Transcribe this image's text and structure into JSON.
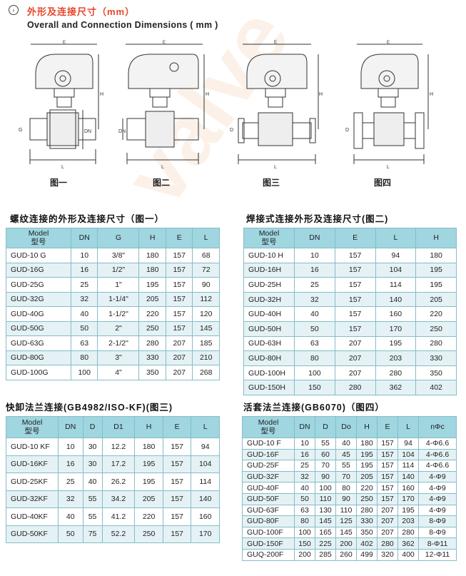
{
  "header": {
    "title_cn": "外形及连接尺寸（mm）",
    "title_en": "Overall and Connection Dimensions ( mm )"
  },
  "figures": [
    {
      "label": "图一"
    },
    {
      "label": "图二"
    },
    {
      "label": "图三"
    },
    {
      "label": "图四"
    }
  ],
  "tables": {
    "t1": {
      "title": "螺纹连接的外形及连接尺寸（图一）",
      "model_en": "Model",
      "model_cn": "型号",
      "columns": [
        "DN",
        "G",
        "H",
        "E",
        "L"
      ],
      "rows": [
        [
          "GUD-10 G",
          "10",
          "3/8\"",
          "180",
          "157",
          "68"
        ],
        [
          "GUD-16G",
          "16",
          "1/2\"",
          "180",
          "157",
          "72"
        ],
        [
          "GUD-25G",
          "25",
          "1\"",
          "195",
          "157",
          "90"
        ],
        [
          "GUD-32G",
          "32",
          "1-1/4\"",
          "205",
          "157",
          "112"
        ],
        [
          "GUD-40G",
          "40",
          "1-1/2\"",
          "220",
          "157",
          "120"
        ],
        [
          "GUD-50G",
          "50",
          "2\"",
          "250",
          "157",
          "145"
        ],
        [
          "GUD-63G",
          "63",
          "2-1/2\"",
          "280",
          "207",
          "185"
        ],
        [
          "GUD-80G",
          "80",
          "3\"",
          "330",
          "207",
          "210"
        ],
        [
          "GUD-100G",
          "100",
          "4\"",
          "350",
          "207",
          "268"
        ]
      ]
    },
    "t2": {
      "title": "焊接式连接外形及连接尺寸(图二)",
      "model_en": "Model",
      "model_cn": "型号",
      "columns": [
        "DN",
        "E",
        "L",
        "H"
      ],
      "rows": [
        [
          "GUD-10 H",
          "10",
          "157",
          "94",
          "180"
        ],
        [
          "GUD-16H",
          "16",
          "157",
          "104",
          "195"
        ],
        [
          "GUD-25H",
          "25",
          "157",
          "114",
          "195"
        ],
        [
          "GUD-32H",
          "32",
          "157",
          "140",
          "205"
        ],
        [
          "GUD-40H",
          "40",
          "157",
          "160",
          "220"
        ],
        [
          "GUD-50H",
          "50",
          "157",
          "170",
          "250"
        ],
        [
          "GUD-63H",
          "63",
          "207",
          "195",
          "280"
        ],
        [
          "GUD-80H",
          "80",
          "207",
          "203",
          "330"
        ],
        [
          "GUD-100H",
          "100",
          "207",
          "280",
          "350"
        ],
        [
          "GUD-150H",
          "150",
          "280",
          "362",
          "402"
        ]
      ]
    },
    "t3": {
      "title": "快卸法兰连接(GB4982/ISO-KF)(图三)",
      "model_en": "Model",
      "model_cn": "型号",
      "columns": [
        "DN",
        "D",
        "D1",
        "H",
        "E",
        "L"
      ],
      "rows": [
        [
          "GUD-10 KF",
          "10",
          "30",
          "12.2",
          "180",
          "157",
          "94"
        ],
        [
          "GUD-16KF",
          "16",
          "30",
          "17.2",
          "195",
          "157",
          "104"
        ],
        [
          "GUD-25KF",
          "25",
          "40",
          "26.2",
          "195",
          "157",
          "114"
        ],
        [
          "GUD-32KF",
          "32",
          "55",
          "34.2",
          "205",
          "157",
          "140"
        ],
        [
          "GUD-40KF",
          "40",
          "55",
          "41.2",
          "220",
          "157",
          "160"
        ],
        [
          "GUD-50KF",
          "50",
          "75",
          "52.2",
          "250",
          "157",
          "170"
        ]
      ]
    },
    "t4": {
      "title": "活套法兰连接(GB6070)（图四）",
      "model_en": "Model",
      "model_cn": "型号",
      "columns": [
        "DN",
        "D",
        "Do",
        "H",
        "E",
        "L",
        "nΦc"
      ],
      "rows": [
        [
          "GUD-10 F",
          "10",
          "55",
          "40",
          "180",
          "157",
          "94",
          "4-Φ6.6"
        ],
        [
          "GUD-16F",
          "16",
          "60",
          "45",
          "195",
          "157",
          "104",
          "4-Φ6.6"
        ],
        [
          "GUD-25F",
          "25",
          "70",
          "55",
          "195",
          "157",
          "114",
          "4-Φ6.6"
        ],
        [
          "GUD-32F",
          "32",
          "90",
          "70",
          "205",
          "157",
          "140",
          "4-Φ9"
        ],
        [
          "GUD-40F",
          "40",
          "100",
          "80",
          "220",
          "157",
          "160",
          "4-Φ9"
        ],
        [
          "GUD-50F",
          "50",
          "110",
          "90",
          "250",
          "157",
          "170",
          "4-Φ9"
        ],
        [
          "GUD-63F",
          "63",
          "130",
          "110",
          "280",
          "207",
          "195",
          "4-Φ9"
        ],
        [
          "GUD-80F",
          "80",
          "145",
          "125",
          "330",
          "207",
          "203",
          "8-Φ9"
        ],
        [
          "GUD-100F",
          "100",
          "165",
          "145",
          "350",
          "207",
          "280",
          "8-Φ9"
        ],
        [
          "GUD-150F",
          "150",
          "225",
          "200",
          "402",
          "280",
          "362",
          "8-Φ11"
        ],
        [
          "GUQ-200F",
          "200",
          "285",
          "260",
          "499",
          "320",
          "400",
          "12-Φ11"
        ]
      ]
    }
  }
}
